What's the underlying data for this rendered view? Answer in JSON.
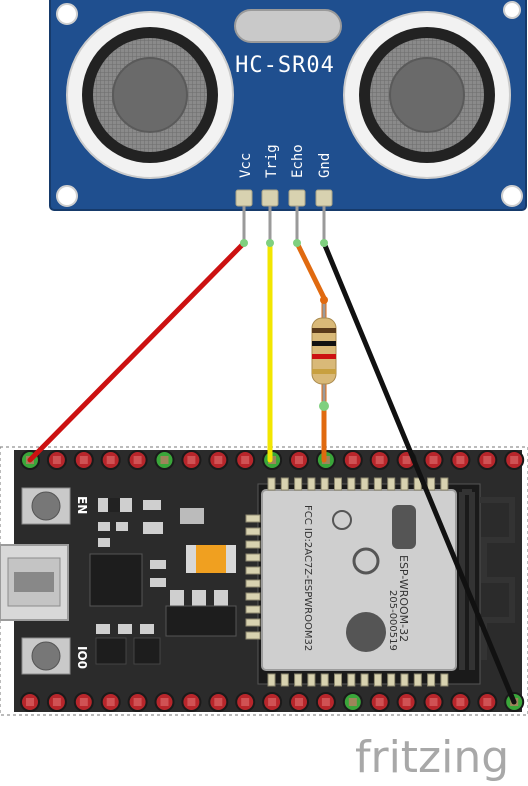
{
  "sensor": {
    "model": "HC-SR04",
    "pins": [
      "Vcc",
      "Trig",
      "Echo",
      "Gnd"
    ],
    "board_color": "#1f4f8f"
  },
  "board": {
    "buttons": [
      "EN",
      "IO0"
    ],
    "module_name": "ESP-WROOM-32",
    "module_cert": "205-000519",
    "module_fcc": "FCC ID:2AC7Z-ESPWROOM32",
    "board_color": "#2b2b2b",
    "pin_color": "#b8262b",
    "connected_pin_color": "#3aa63a"
  },
  "wires": [
    {
      "from": "Vcc",
      "color": "#cc1111"
    },
    {
      "from": "Trig",
      "color": "#f2e600"
    },
    {
      "from": "Echo",
      "color": "#e06a10"
    },
    {
      "from": "Gnd",
      "color": "#111111"
    }
  ],
  "resistor": {
    "bands": [
      "#5a3a1a",
      "#111111",
      "#cc1111",
      "#c8a040"
    ]
  },
  "brand": "fritzing"
}
